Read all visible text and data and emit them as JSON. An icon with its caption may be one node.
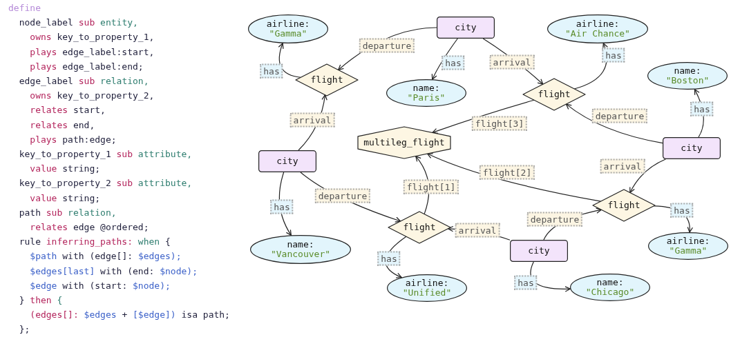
{
  "diagram": {
    "nodes": [
      {
        "text": [
          "city"
        ]
      },
      {
        "text": [
          "airline:",
          "\"Gamma\""
        ]
      },
      {
        "text": [
          "flight"
        ]
      },
      {
        "text": [
          "name:",
          "\"Paris\""
        ]
      },
      {
        "text": [
          "airline:",
          "\"Air Chance\""
        ]
      },
      {
        "text": [
          "flight"
        ]
      },
      {
        "text": [
          "name:",
          "\"Boston\""
        ]
      },
      {
        "text": [
          "multileg_flight"
        ]
      },
      {
        "text": [
          "city"
        ]
      },
      {
        "text": [
          "city"
        ]
      },
      {
        "text": [
          "flight"
        ]
      },
      {
        "text": [
          "name:",
          "\"Vancouver\""
        ]
      },
      {
        "text": [
          "flight"
        ]
      },
      {
        "text": [
          "city"
        ]
      },
      {
        "text": [
          "airline:",
          "\"Gamma\""
        ]
      },
      {
        "text": [
          "airline:",
          "\"Unified\""
        ]
      },
      {
        "text": [
          "name:",
          "\"Chicago\""
        ]
      }
    ],
    "edges": [
      {
        "from": 0,
        "to": 2,
        "arrow": "to",
        "label": "departure"
      },
      {
        "from": 0,
        "to": 3,
        "arrow": "to",
        "label": "has"
      },
      {
        "from": 0,
        "to": 5,
        "arrow": "to",
        "label": "arrival"
      },
      {
        "from": 2,
        "to": 1,
        "arrow": "to",
        "label": "has"
      },
      {
        "from": 5,
        "to": 4,
        "arrow": "to",
        "label": "has"
      },
      {
        "from": 9,
        "to": 5,
        "arrow": "to",
        "label": "departure"
      },
      {
        "from": 9,
        "to": 6,
        "arrow": "to",
        "label": "has"
      },
      {
        "from": 5,
        "to": 7,
        "arrow": "to",
        "label": "flight[3]"
      },
      {
        "from": 8,
        "to": 2,
        "arrow": "to",
        "label": "arrival"
      },
      {
        "from": 8,
        "to": 11,
        "arrow": "to",
        "label": "has"
      },
      {
        "from": 8,
        "to": 12,
        "arrow": "to",
        "label": "departure"
      },
      {
        "from": 12,
        "to": 7,
        "arrow": "to",
        "label": "flight[1]"
      },
      {
        "from": 10,
        "to": 7,
        "arrow": "to",
        "label": "flight[2]"
      },
      {
        "from": 9,
        "to": 10,
        "arrow": "to",
        "label": "arrival"
      },
      {
        "from": 10,
        "to": 14,
        "arrow": "to",
        "label": "has"
      },
      {
        "from": 13,
        "to": 12,
        "arrow": "to",
        "label": "arrival"
      },
      {
        "from": 13,
        "to": 10,
        "arrow": "to",
        "label": "departure"
      },
      {
        "from": 12,
        "to": 15,
        "arrow": "to",
        "label": "has"
      },
      {
        "from": 13,
        "to": 16,
        "arrow": "to",
        "label": "has"
      }
    ],
    "labels": [
      "define",
      "  node_label sub entity,",
      "    owns key_to_property_1,",
      "    plays edge_label:start,",
      "    plays edge_label:end;",
      "  edge_label sub relation,",
      "    owns key_to_property_2,",
      "    relates start,",
      "    relates end,",
      "    plays path:edge;",
      "  key_to_property_1 sub attribute,",
      "    value string;",
      "  key_to_property_2 sub attribute,",
      "    value string;",
      "  path sub relation,",
      "    relates edge @ordered;",
      "  rule inferring_paths: when {",
      "    $path with (edge[]: $edges);",
      "    $edges[last] with (end: $node);",
      "    $edge with (start: $node);",
      "  } then {",
      "    (edges[]: $edges + [$edge]) isa path;",
      "  };"
    ]
  }
}
